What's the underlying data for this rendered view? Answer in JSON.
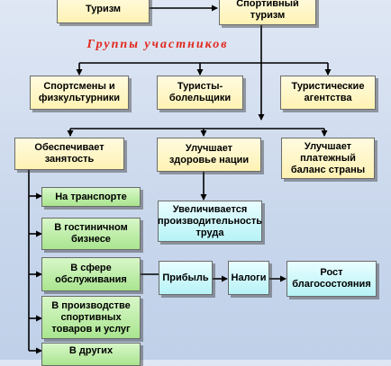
{
  "top": {
    "tourism": "Туризм",
    "sport_tourism": "Спортивный туризм"
  },
  "groups_title": "Группы участников",
  "groups": {
    "athletes": "Спортсмены и физкультурники",
    "fans": "Туристы-болельщики",
    "agencies": "Туристические агентства"
  },
  "effects": {
    "employment": "Обеспечивает занятость",
    "health": "Улучшает здоровье нации",
    "balance": "Улучшает платежный баланс страны"
  },
  "employment_areas": {
    "transport": "На транспорте",
    "hotel": "В гостиничном бизнесе",
    "service": "В сфере обслуживания",
    "sports_goods": "В производстве спортивных товаров и услуг",
    "other": "В других"
  },
  "outcomes": {
    "productivity": "Увеличивается производительность труда",
    "profit": "Прибыль",
    "taxes": "Налоги",
    "welfare": "Рост благосостояния"
  },
  "colors": {
    "cream_box": "#fff2b3",
    "green_box": "#a9e58f",
    "cyan_box": "#b7f3f7",
    "title_red": "#e2261c",
    "background": "#c9d7ec"
  }
}
